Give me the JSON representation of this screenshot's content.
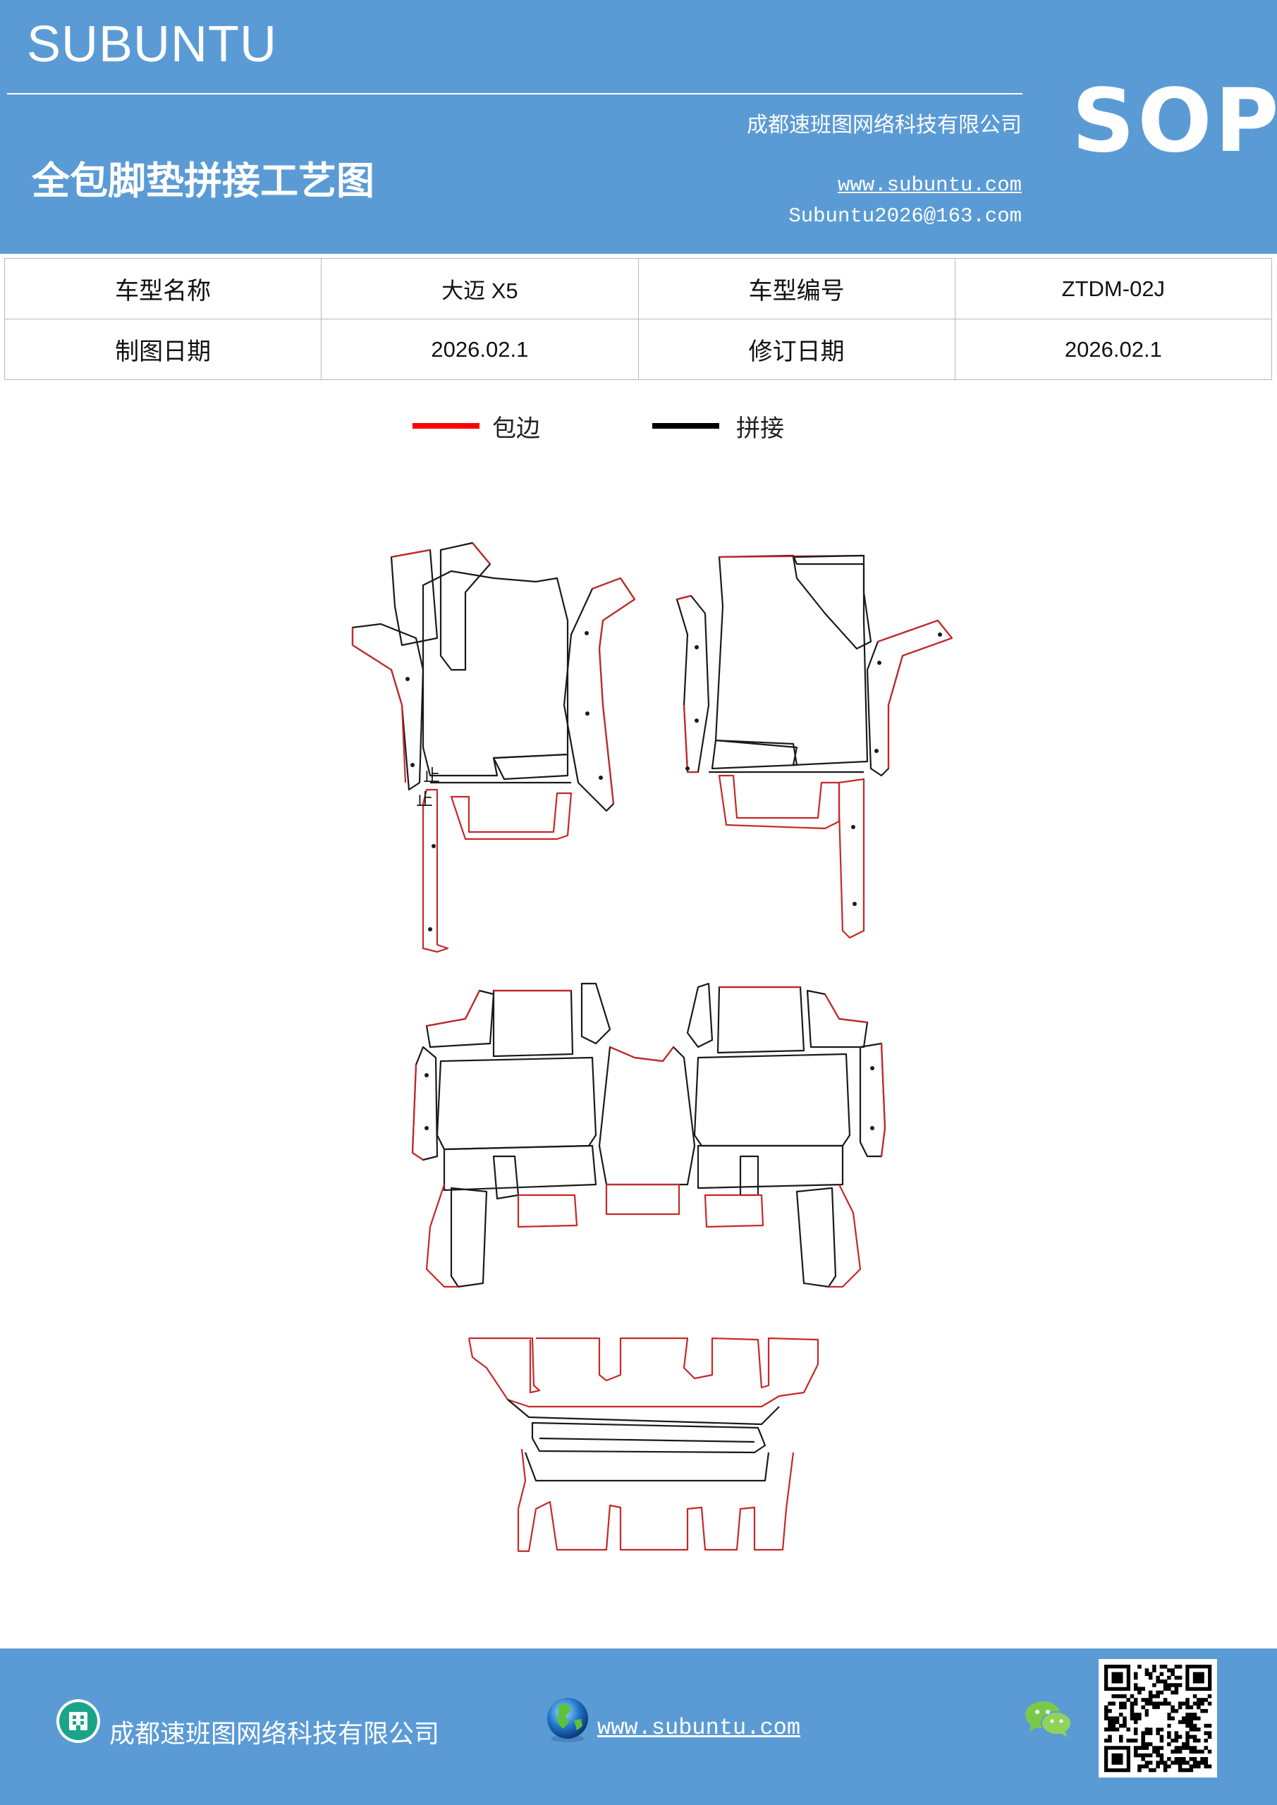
{
  "header": {
    "brand": "SUBUNTU",
    "title": "全包脚垫拼接工艺图",
    "company": "成都速班图网络科技有限公司",
    "website": "www.subuntu.com",
    "email": "Subuntu2026@163.com",
    "badge": "SOP"
  },
  "info_table": {
    "row1": [
      "车型名称",
      "大迈 X5",
      "车型编号",
      "ZTDM-02J"
    ],
    "row2": [
      "制图日期",
      "2026.02.1",
      "修订日期",
      "2026.02.1"
    ]
  },
  "legend": {
    "items": [
      {
        "label": "包边",
        "color": "#ff0000"
      },
      {
        "label": "拼接",
        "color": "#000000"
      }
    ]
  },
  "diagram": {
    "marks": [
      "止",
      "止"
    ],
    "edge_color": "#c62828",
    "seam_color": "#1a1a1a"
  },
  "footer": {
    "company": "成都速班图网络科技有限公司",
    "website": "www.subuntu.com",
    "icons": [
      "building-icon",
      "globe-icon",
      "wechat-icon",
      "qr-code"
    ]
  }
}
